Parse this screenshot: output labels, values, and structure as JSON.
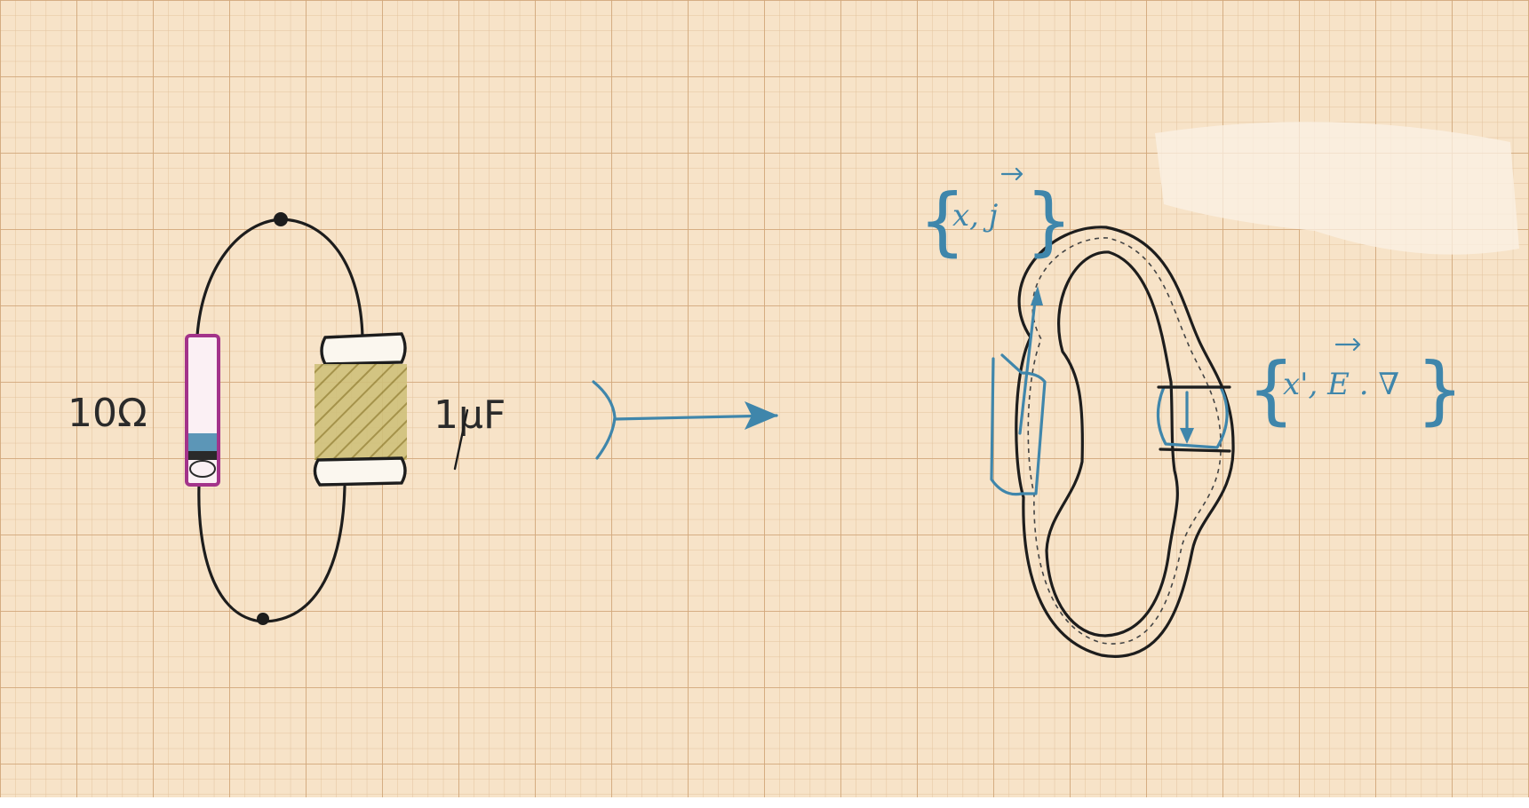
{
  "paper": {
    "background": "#f7e3c8",
    "grid_minor": "#e3c39d",
    "grid_major": "#d1a77a"
  },
  "circuit": {
    "resistor_label": "10Ω",
    "capacitor_label": "1μF",
    "resistor_color": "#a3338a",
    "resistor_band_color": "#3f86ab",
    "capacitor_fill": "#b7a85a",
    "wire_color": "#1d1d1d"
  },
  "cell": {
    "label_top": "x, j",
    "label_right": "x', E . ∇",
    "ink_color": "#3f86ab"
  }
}
